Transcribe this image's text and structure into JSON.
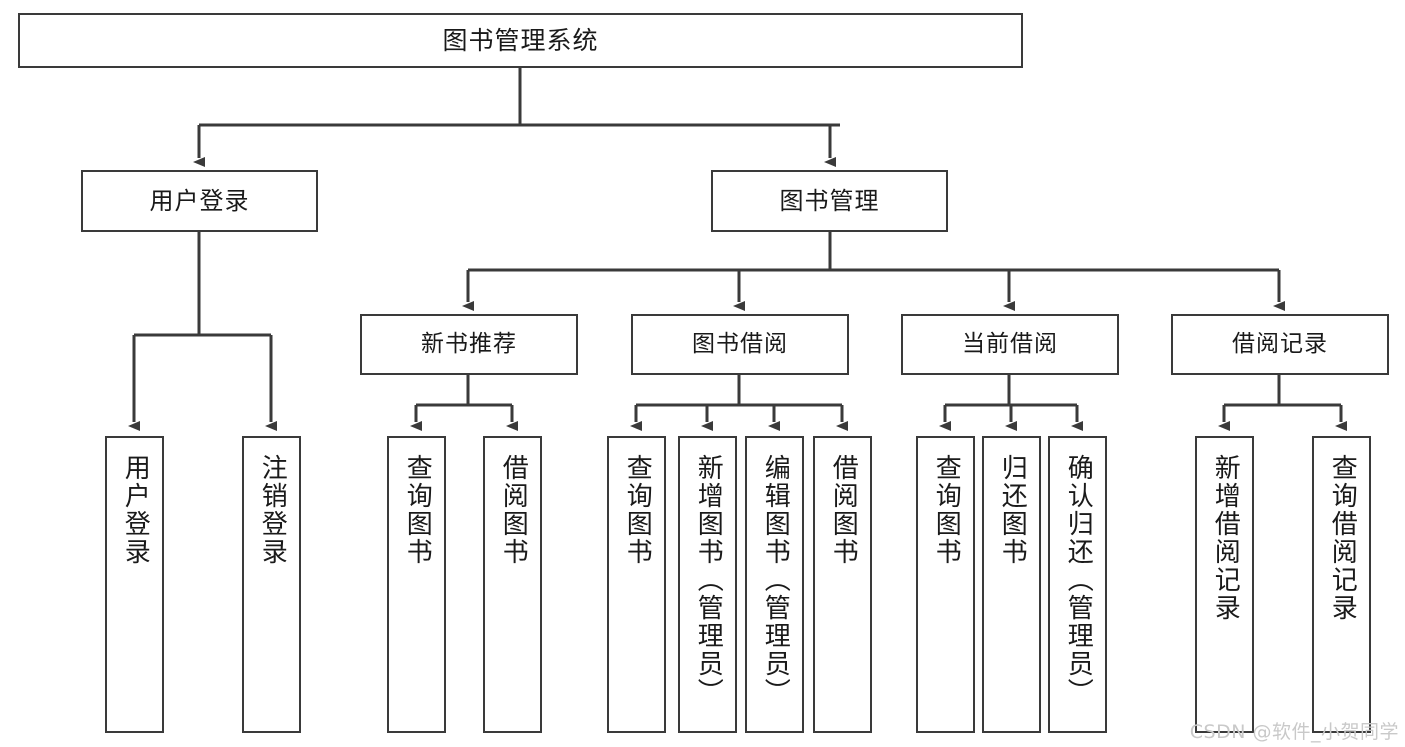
{
  "diagram": {
    "title": "图书管理系统",
    "type": "functional-structure-tree",
    "root": {
      "label": "图书管理系统"
    },
    "level2": [
      {
        "label": "用户登录"
      },
      {
        "label": "图书管理"
      }
    ],
    "level3": [
      {
        "label": "新书推荐"
      },
      {
        "label": "图书借阅"
      },
      {
        "label": "当前借阅"
      },
      {
        "label": "借阅记录"
      }
    ],
    "leaves": [
      {
        "label": "用户登录"
      },
      {
        "label": "注销登录"
      },
      {
        "label": "查询图书"
      },
      {
        "label": "借阅图书"
      },
      {
        "label": "查询图书"
      },
      {
        "label": "新增图书（管理员）"
      },
      {
        "label": "编辑图书（管理员）"
      },
      {
        "label": "借阅图书"
      },
      {
        "label": "查询图书"
      },
      {
        "label": "归还图书"
      },
      {
        "label": "确认归还（管理员）"
      },
      {
        "label": "新增借阅记录"
      },
      {
        "label": "查询借阅记录"
      }
    ],
    "colors": {
      "border": "#3a3a3a",
      "text": "#1a1a1a",
      "background": "#ffffff",
      "edge": "#3a3a3a",
      "watermark": "#c9c9c9"
    }
  },
  "watermark": {
    "text": "CSDN @软件_小贺同学"
  }
}
